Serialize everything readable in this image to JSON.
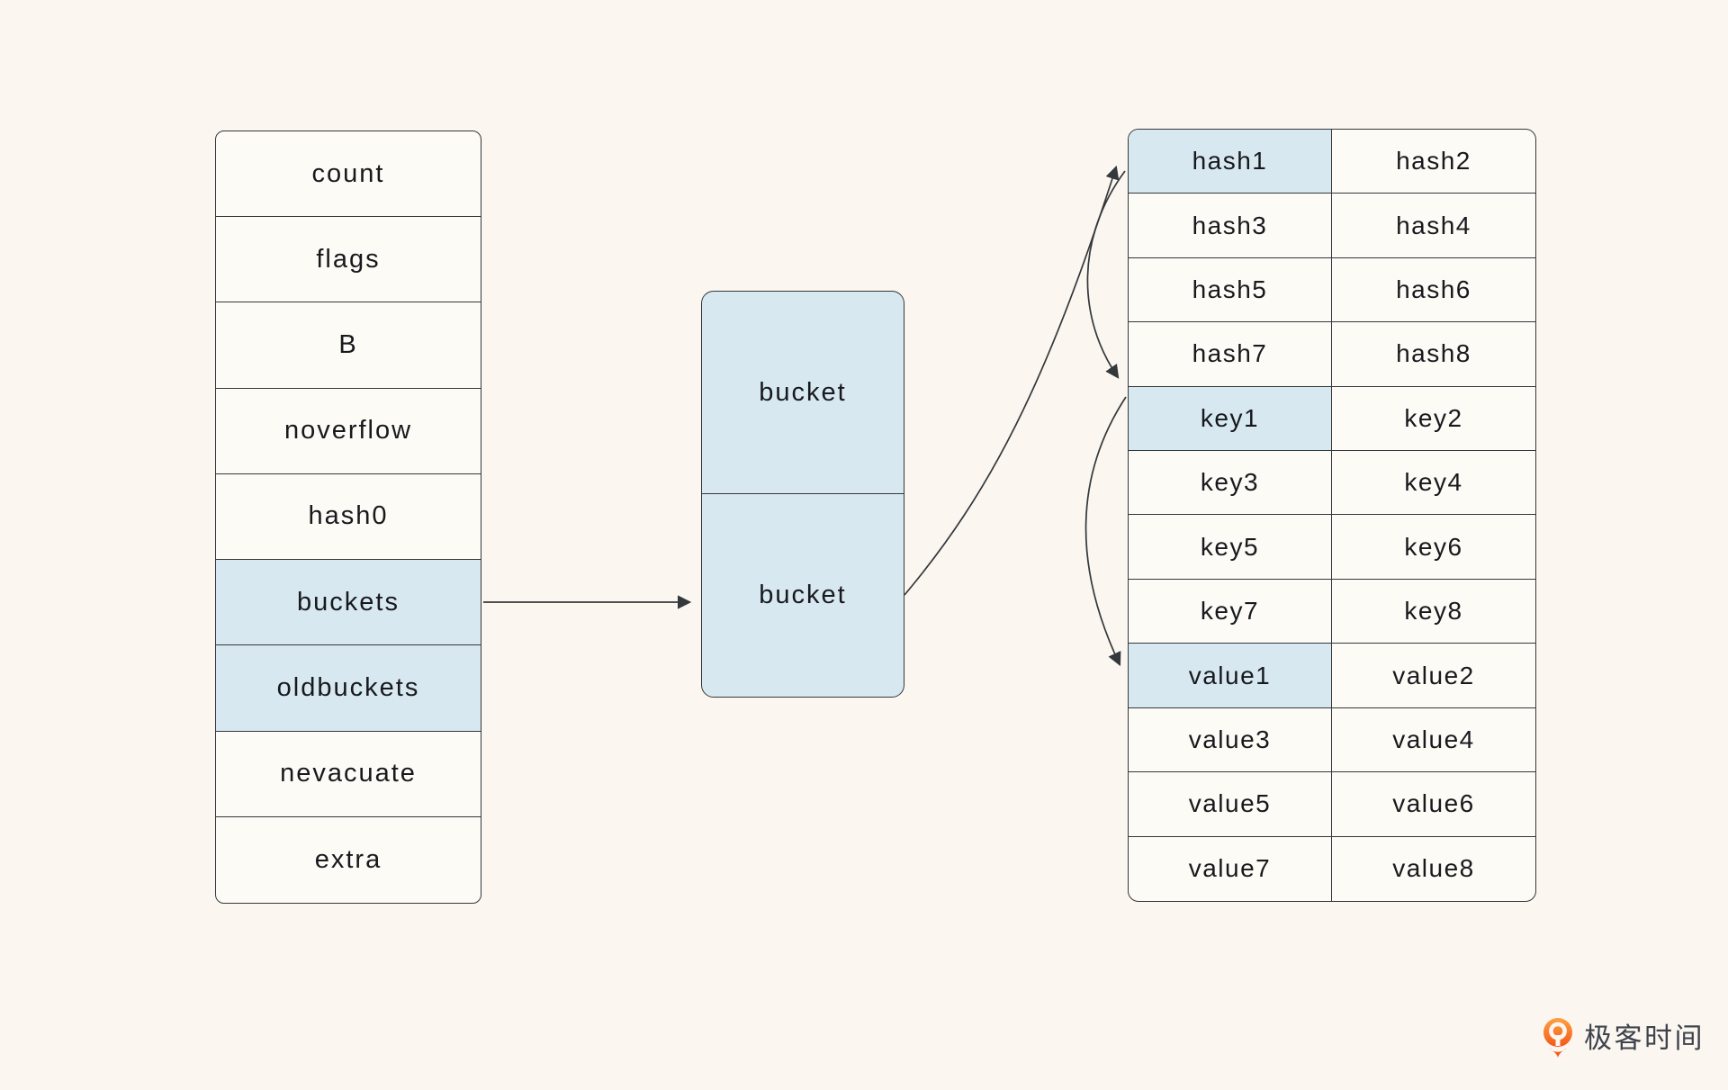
{
  "hmap": {
    "fields": [
      {
        "label": "count",
        "highlighted": false
      },
      {
        "label": "flags",
        "highlighted": false
      },
      {
        "label": "B",
        "highlighted": false
      },
      {
        "label": "noverflow",
        "highlighted": false
      },
      {
        "label": "hash0",
        "highlighted": false
      },
      {
        "label": "buckets",
        "highlighted": true
      },
      {
        "label": "oldbuckets",
        "highlighted": true
      },
      {
        "label": "nevacuate",
        "highlighted": false
      },
      {
        "label": "extra",
        "highlighted": false
      }
    ]
  },
  "bucket_list": {
    "cells": [
      {
        "label": "bucket"
      },
      {
        "label": "bucket"
      }
    ]
  },
  "kv_table": {
    "rows": [
      {
        "cells": [
          {
            "label": "hash1",
            "highlighted": true
          },
          {
            "label": "hash2",
            "highlighted": false
          }
        ]
      },
      {
        "cells": [
          {
            "label": "hash3",
            "highlighted": false
          },
          {
            "label": "hash4",
            "highlighted": false
          }
        ]
      },
      {
        "cells": [
          {
            "label": "hash5",
            "highlighted": false
          },
          {
            "label": "hash6",
            "highlighted": false
          }
        ]
      },
      {
        "cells": [
          {
            "label": "hash7",
            "highlighted": false
          },
          {
            "label": "hash8",
            "highlighted": false
          }
        ]
      },
      {
        "cells": [
          {
            "label": "key1",
            "highlighted": true
          },
          {
            "label": "key2",
            "highlighted": false
          }
        ]
      },
      {
        "cells": [
          {
            "label": "key3",
            "highlighted": false
          },
          {
            "label": "key4",
            "highlighted": false
          }
        ]
      },
      {
        "cells": [
          {
            "label": "key5",
            "highlighted": false
          },
          {
            "label": "key6",
            "highlighted": false
          }
        ]
      },
      {
        "cells": [
          {
            "label": "key7",
            "highlighted": false
          },
          {
            "label": "key8",
            "highlighted": false
          }
        ]
      },
      {
        "cells": [
          {
            "label": "value1",
            "highlighted": true
          },
          {
            "label": "value2",
            "highlighted": false
          }
        ]
      },
      {
        "cells": [
          {
            "label": "value3",
            "highlighted": false
          },
          {
            "label": "value4",
            "highlighted": false
          }
        ]
      },
      {
        "cells": [
          {
            "label": "value5",
            "highlighted": false
          },
          {
            "label": "value6",
            "highlighted": false
          }
        ]
      },
      {
        "cells": [
          {
            "label": "value7",
            "highlighted": false
          },
          {
            "label": "value8",
            "highlighted": false
          }
        ]
      }
    ]
  },
  "edges": [
    {
      "from": "buckets",
      "to": "bucket-list"
    },
    {
      "from": "bucket",
      "to": "hash1"
    },
    {
      "from": "hash1",
      "to": "key1"
    },
    {
      "from": "key1",
      "to": "value1"
    }
  ],
  "logo": {
    "text": "极客时间"
  },
  "colors": {
    "background": "#fbf7f0",
    "cell_background": "#fdfbf6",
    "highlight": "#d8e8f1",
    "border": "#34373b",
    "text": "#17191d",
    "logo_orange_top": "#ffa041",
    "logo_orange_bottom": "#f4581a",
    "logo_text": "#3e434d"
  }
}
